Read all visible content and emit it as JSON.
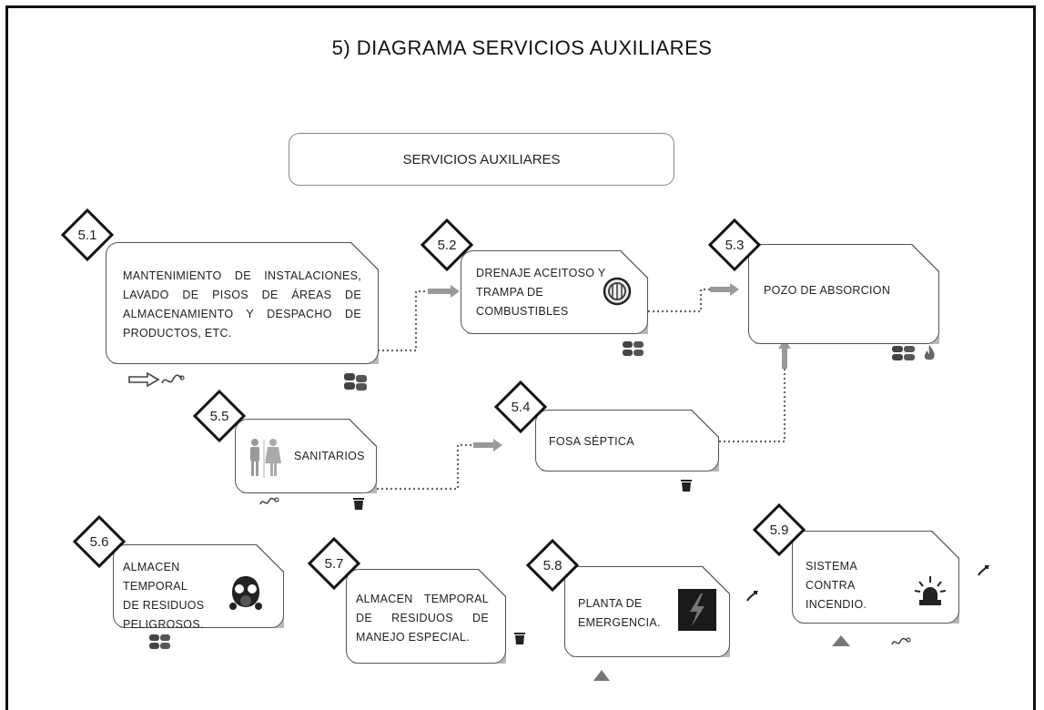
{
  "title": "5)  DIAGRAMA SERVICIOS AUXILIARES",
  "header": "SERVICIOS AUXILIARES",
  "nodes": {
    "n51": {
      "id": "5.1",
      "lines": [
        "MANTENIMIENTO DE INSTALACIONES,",
        "LAVADO DE PISOS DE ÁREAS DE",
        "ALMACENAMIENTO Y DESPACHO DE",
        "PRODUCTOS, ETC."
      ]
    },
    "n52": {
      "id": "5.2",
      "lines": [
        "DRENAJE ACEITOSO Y",
        "TRAMPA DE",
        "COMBUSTIBLES"
      ]
    },
    "n53": {
      "id": "5.3",
      "lines": [
        "POZO DE ABSORCION"
      ]
    },
    "n54": {
      "id": "5.4",
      "lines": [
        "FOSA SÉPTICA"
      ]
    },
    "n55": {
      "id": "5.5",
      "lines": [
        "SANITARIOS"
      ]
    },
    "n56": {
      "id": "5.6",
      "lines": [
        "ALMACEN TEMPORAL",
        "DE RESIDUOS",
        "PELIGROSOS."
      ]
    },
    "n57": {
      "id": "5.7",
      "lines": [
        "ALMACEN TEMPORAL",
        "DE RESIDUOS DE",
        "MANEJO ESPECIAL."
      ]
    },
    "n58": {
      "id": "5.8",
      "lines": [
        "PLANTA DE",
        "EMERGENCIA."
      ]
    },
    "n59": {
      "id": "5.9",
      "lines": [
        "SISTEMA CONTRA",
        "INCENDIO."
      ]
    }
  },
  "icons": [
    "arrow-outline-icon",
    "hose-icon",
    "barrels-icon",
    "fan-icon",
    "flame-icon",
    "toilet-people-icon",
    "trash-bin-icon",
    "gas-mask-icon",
    "lightning-panel-icon",
    "alarm-siren-icon",
    "warning-triangle-icon",
    "smoke-curl-icon"
  ],
  "colors": {
    "frame": "#111111",
    "box_border": "#555555",
    "shadow": "#b8b8b8",
    "flow_arrow": "#999999",
    "dotted_line": "#666666"
  }
}
